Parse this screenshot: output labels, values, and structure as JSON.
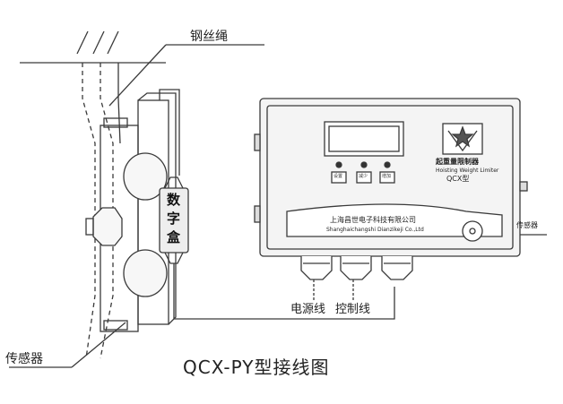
{
  "title": "QCX-PY型接线图",
  "callouts": {
    "wire_rope": "钢丝绳",
    "sensor_left": "传感器",
    "sensor_right": "传感器",
    "power_line": "电源线",
    "control_line": "控制线"
  },
  "digital_box": {
    "label_top": "数",
    "label_mid": "字",
    "label_bot": "盒"
  },
  "controller": {
    "name_cn": "起重量限制器",
    "name_en": "Hoisting Weight Limiter",
    "model": "QCX型",
    "company_cn": "上海昌世电子科技有限公司",
    "company_en": "Shanghaichangshi Dianzikeji Co.,Ltd",
    "buttons": [
      "设置",
      "减少",
      "增加"
    ]
  },
  "colors": {
    "line": "#3a3a3a",
    "panel": "#f4f4f4",
    "box_fill": "#eeeeee",
    "logo": "#555555"
  }
}
